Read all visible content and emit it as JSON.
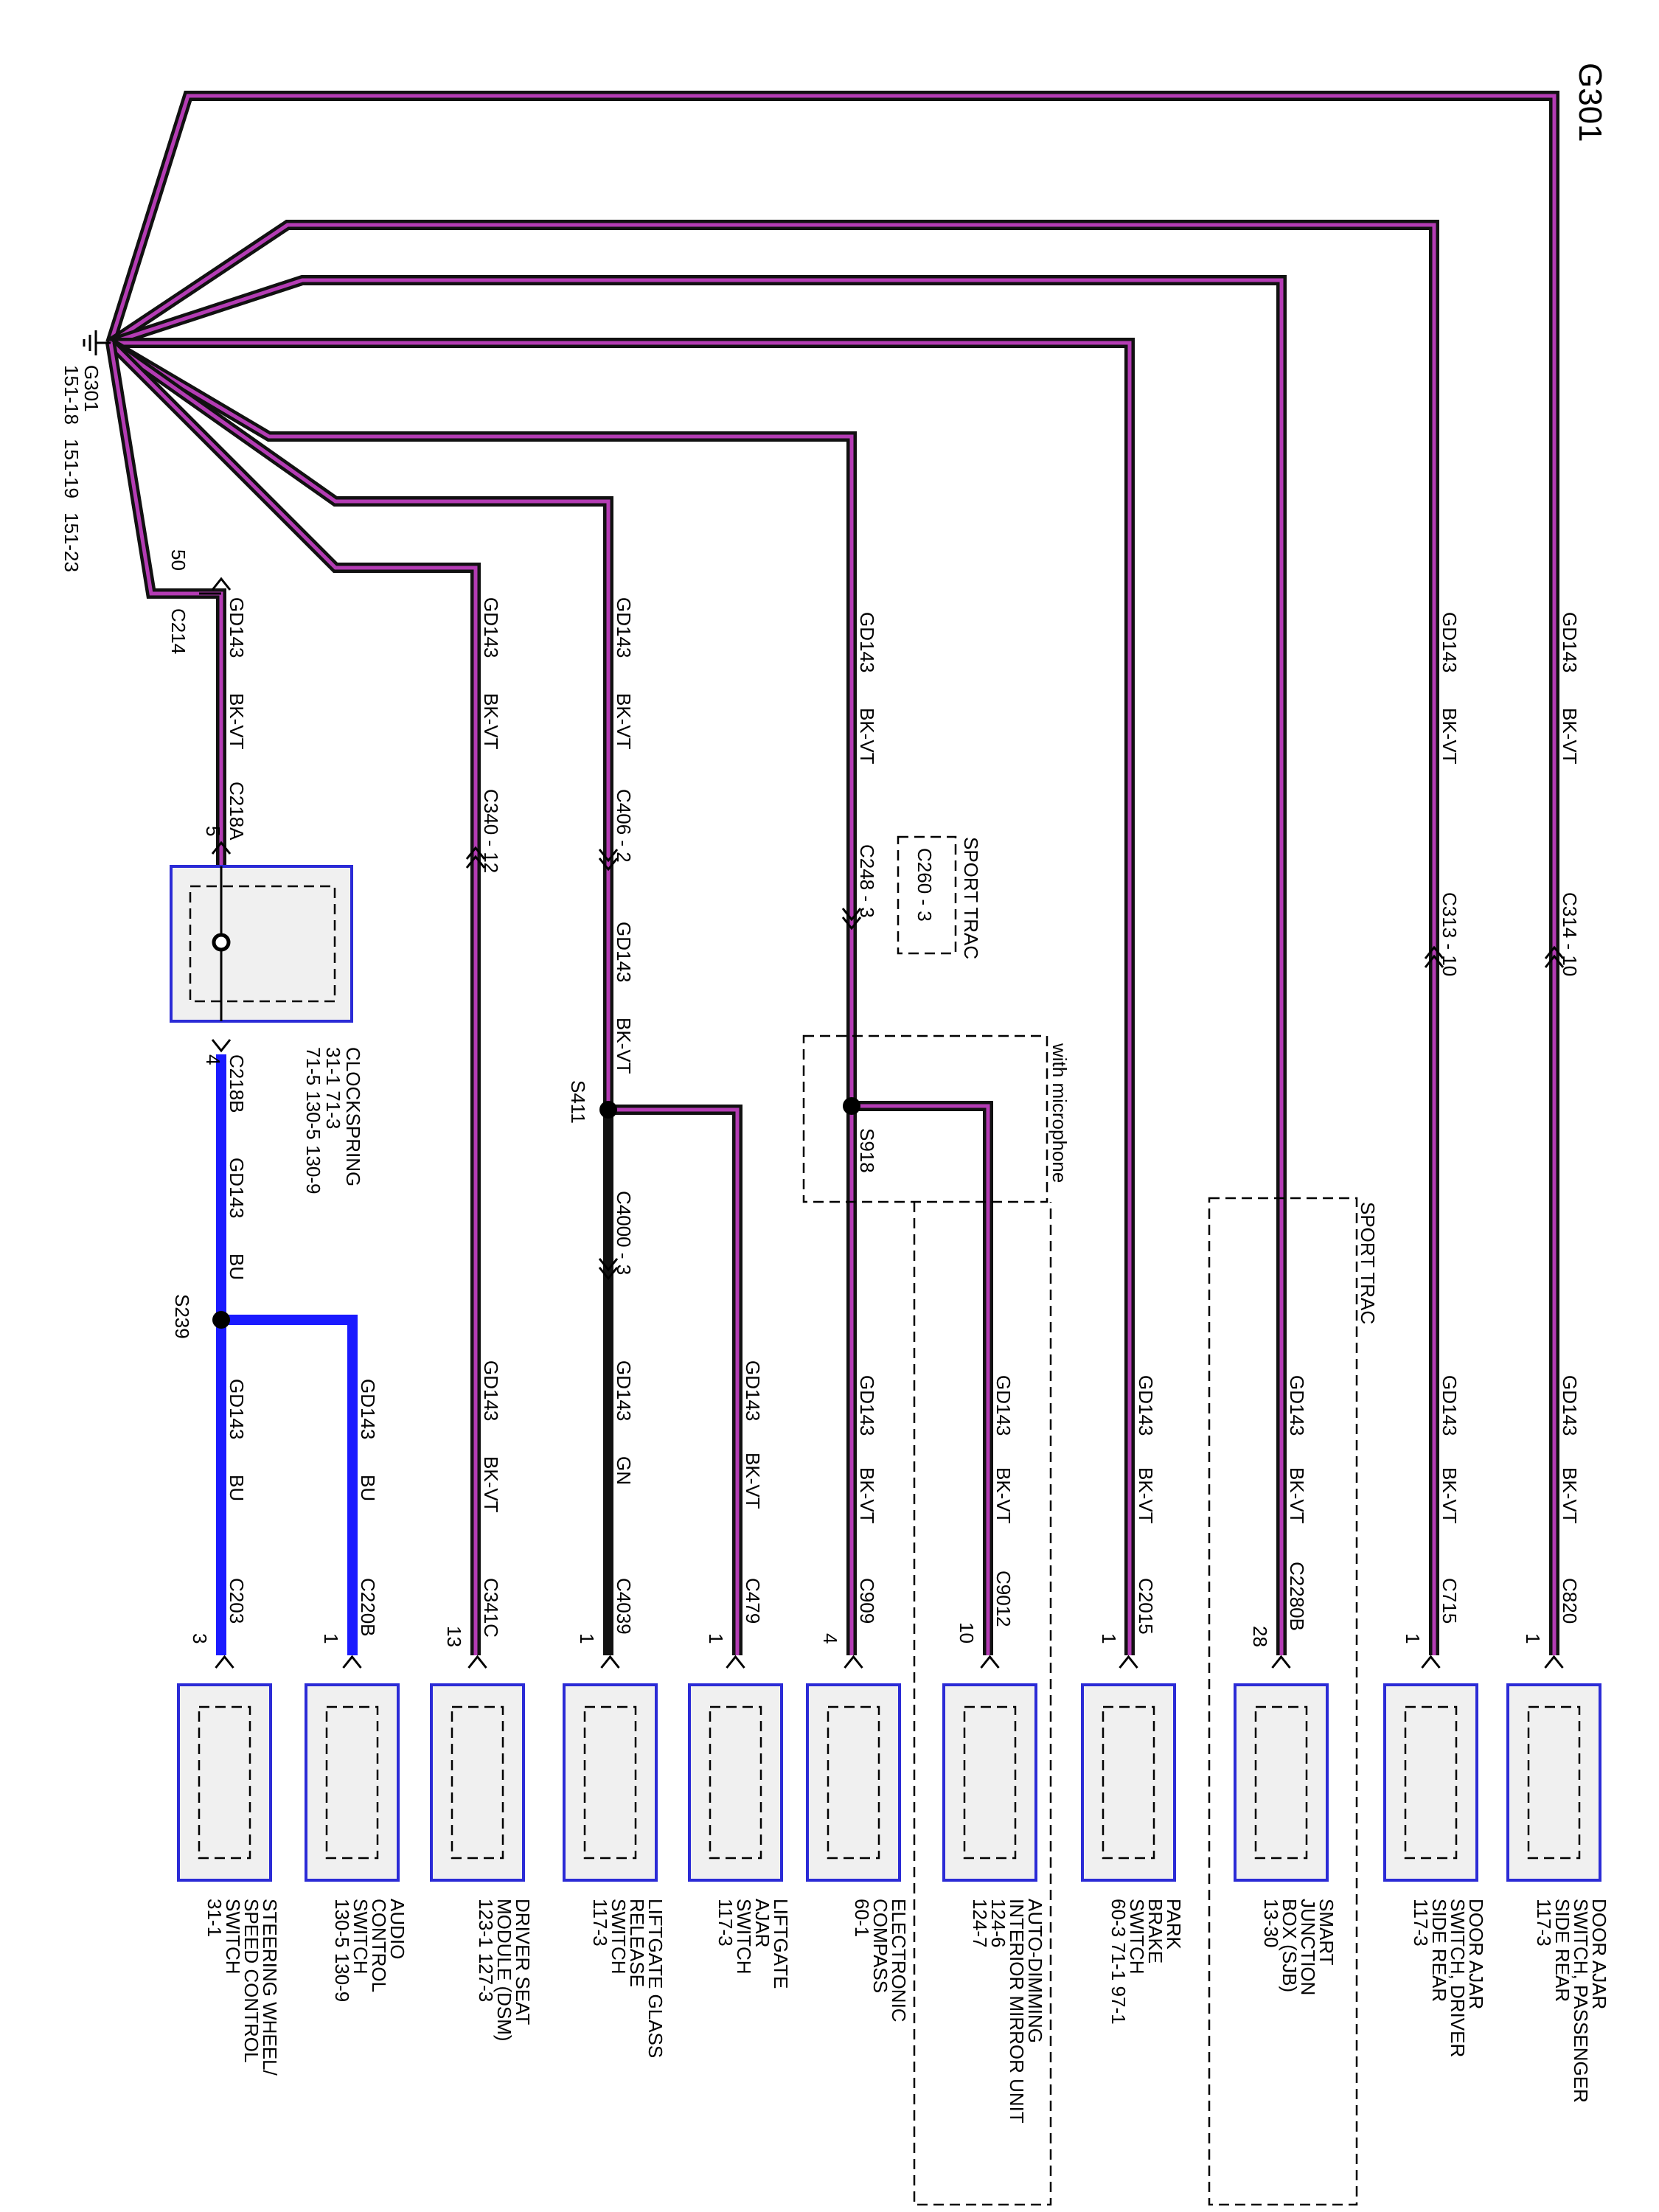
{
  "ground": {
    "label": "G301",
    "top_label": "G301",
    "refs": [
      "151-18",
      "151-19",
      "151-23"
    ]
  },
  "colors": {
    "bkvt_core": "#111111",
    "bkvt_stripe": "#b43cb4",
    "blue": "#1a1aff",
    "component_border": "#2b2bd6",
    "component_fill": "#f0f0f0"
  },
  "wires": [
    {
      "id": "w1",
      "circuit": "GD143",
      "color": "BK-VT",
      "connector_mid": "C314 - 10",
      "end_connector": "C820",
      "pin": "1"
    },
    {
      "id": "w2",
      "circuit": "GD143",
      "color": "BK-VT",
      "connector_mid": "C313 - 10",
      "end_connector": "C715",
      "pin": "1"
    },
    {
      "id": "w3",
      "circuit": "GD143",
      "color": "BK-VT",
      "end_connector": "C2280B",
      "pin": "28"
    },
    {
      "id": "w4",
      "circuit": "GD143",
      "color": "BK-VT",
      "end_connector": "C2015",
      "pin": "1"
    },
    {
      "id": "w5",
      "circuit": "GD143",
      "color": "BK-VT",
      "end_connector": "C9012",
      "pin": "10"
    },
    {
      "id": "w6a",
      "circuit": "GD143",
      "color": "BK-VT",
      "connector_mid": "C248 - 3",
      "splice": "S918"
    },
    {
      "id": "w6b",
      "circuit": "GD143",
      "color": "BK-VT",
      "end_connector": "C909",
      "pin": "4"
    },
    {
      "id": "w7",
      "circuit": "GD143",
      "color": "BK-VT",
      "end_connector": "C479",
      "pin": "1"
    },
    {
      "id": "w8a",
      "circuit": "GD143",
      "color": "BK-VT",
      "connector_mid": "C406 - 2"
    },
    {
      "id": "w8b",
      "circuit": "GD143",
      "color": "BK-VT",
      "splice": "S411",
      "connector_mid": "C4000 - 3"
    },
    {
      "id": "w8c",
      "circuit": "GD143",
      "color": "GN",
      "end_connector": "C4039",
      "pin": "1"
    },
    {
      "id": "w9a",
      "circuit": "GD143",
      "color": "BK-VT",
      "connector_mid": "C340 - 12"
    },
    {
      "id": "w9b",
      "circuit": "GD143",
      "color": "BK-VT",
      "end_connector": "C341C",
      "pin": "13"
    },
    {
      "id": "w10a",
      "circuit": "GD143",
      "color": "BK-VT",
      "connector_start": "C214",
      "pin_start": "50",
      "connector_mid": "C218A",
      "pin_mid": "5"
    },
    {
      "id": "w10b",
      "circuit": "GD143",
      "color": "BU",
      "connector_mid": "C218B",
      "pin_mid": "4",
      "splice": "S239"
    },
    {
      "id": "w10c",
      "circuit": "GD143",
      "color": "BU",
      "end_connector": "C220B",
      "pin": "1"
    },
    {
      "id": "w10d",
      "circuit": "GD143",
      "color": "BU",
      "end_connector": "C203",
      "pin": "3"
    }
  ],
  "notes": {
    "sport_trac_1": "SPORT TRAC",
    "sport_trac_alt": "C260 - 3",
    "sport_trac_2": "SPORT TRAC",
    "with_microphone": "with microphone"
  },
  "components": [
    {
      "id": "c1",
      "lines": [
        "DOOR AJAR",
        "SWITCH, PASSENGER",
        "SIDE REAR",
        "117-3"
      ]
    },
    {
      "id": "c2",
      "lines": [
        "DOOR AJAR",
        "SWITCH, DRIVER",
        "SIDE REAR",
        "117-3"
      ]
    },
    {
      "id": "c3",
      "lines": [
        "SMART",
        "JUNCTION",
        "BOX (SJB)",
        "13-30"
      ]
    },
    {
      "id": "c4",
      "lines": [
        "PARK",
        "BRAKE",
        "SWITCH",
        "60-3     71-1     97-1"
      ]
    },
    {
      "id": "c5",
      "lines": [
        "AUTO-DIMMING",
        "INTERIOR MIRROR UNIT",
        "124-6",
        "124-7"
      ]
    },
    {
      "id": "c6",
      "lines": [
        "ELECTRONIC",
        "COMPASS",
        "60-1"
      ]
    },
    {
      "id": "c7",
      "lines": [
        "LIFTGATE",
        "AJAR",
        "SWITCH",
        "117-3"
      ]
    },
    {
      "id": "c8",
      "lines": [
        "LIFTGATE GLASS",
        "RELEASE",
        "SWITCH",
        "117-3"
      ]
    },
    {
      "id": "c9",
      "lines": [
        "DRIVER SEAT",
        "MODULE (DSM)",
        "123-1     127-3"
      ]
    },
    {
      "id": "c10",
      "lines": [
        "AUDIO",
        "CONTROL",
        "SWITCH",
        "130-5     130-9"
      ]
    },
    {
      "id": "c11",
      "lines": [
        "STEERING WHEEL/",
        "SPEED CONTROL",
        "SWITCH",
        "31-1"
      ]
    }
  ],
  "clockspring": {
    "lines": [
      "CLOCKSPRING",
      "31-1     71-3",
      "71-5     130-5     130-9"
    ]
  }
}
